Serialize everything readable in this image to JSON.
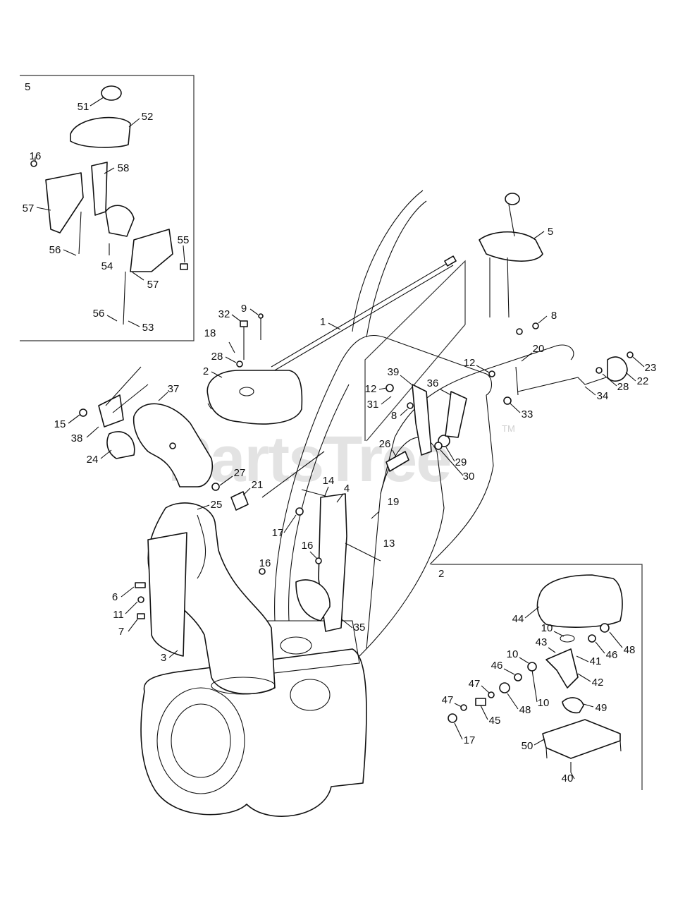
{
  "watermark": {
    "text": "PartsTree",
    "trademark": "TM"
  },
  "insets": [
    {
      "id": "inset-5",
      "title": "5"
    },
    {
      "id": "inset-2",
      "title": "2"
    }
  ],
  "callouts": {
    "c1": "1",
    "c2": "2",
    "c3": "3",
    "c4": "4",
    "c5": "5",
    "c6": "6",
    "c7": "7",
    "c8a": "8",
    "c8b": "8",
    "c9": "9",
    "c10a": "10",
    "c10b": "10",
    "c10c": "10",
    "c11": "11",
    "c12a": "12",
    "c12b": "12",
    "c13": "13",
    "c14": "14",
    "c15": "15",
    "c16a": "16",
    "c16b": "16",
    "c16c": "16",
    "c17a": "17",
    "c17b": "17",
    "c18": "18",
    "c19": "19",
    "c20": "20",
    "c21": "21",
    "c22": "22",
    "c23": "23",
    "c24": "24",
    "c25": "25",
    "c26": "26",
    "c27": "27",
    "c28a": "28",
    "c28b": "28",
    "c29": "29",
    "c30": "30",
    "c31": "31",
    "c32": "32",
    "c33": "33",
    "c34": "34",
    "c35": "35",
    "c36": "36",
    "c37": "37",
    "c38": "38",
    "c39": "39",
    "c40": "40",
    "c41": "41",
    "c42": "42",
    "c43": "43",
    "c44": "44",
    "c45": "45",
    "c46a": "46",
    "c46b": "46",
    "c47a": "47",
    "c47b": "47",
    "c48a": "48",
    "c48b": "48",
    "c49": "49",
    "c50": "50",
    "c51": "51",
    "c52": "52",
    "c53": "53",
    "c54": "54",
    "c55": "55",
    "c56a": "56",
    "c56b": "56",
    "c57a": "57",
    "c57b": "57",
    "c58": "58"
  }
}
